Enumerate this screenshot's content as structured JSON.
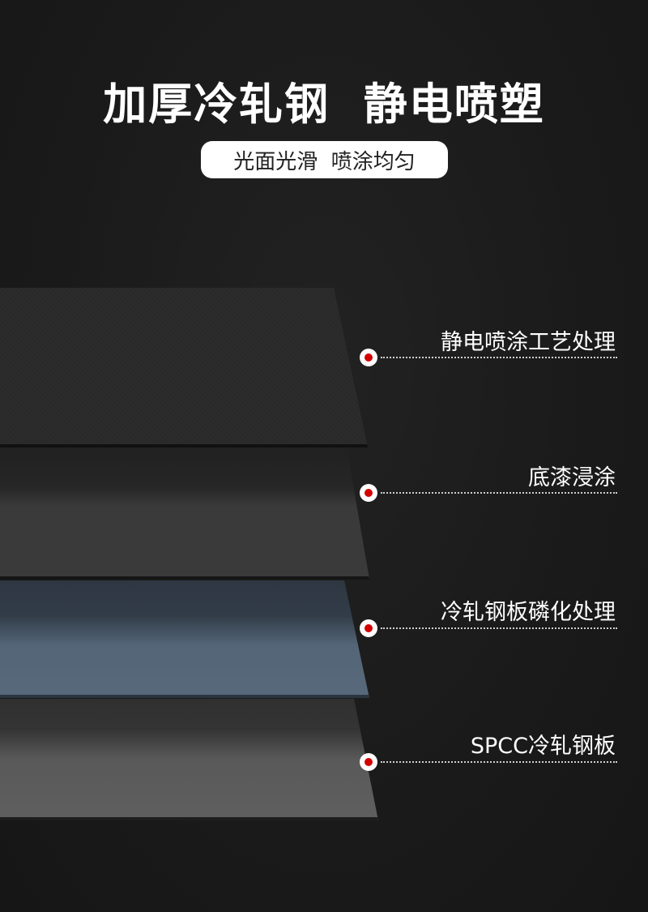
{
  "header": {
    "title": "加厚冷轧钢  静电喷塑",
    "subtitle": "光面光滑  喷涂均匀"
  },
  "layers": [
    {
      "label": "静电喷涂工艺处理",
      "color": "#2b2b2b"
    },
    {
      "label": "底漆浸涂",
      "color": "#3a3a3a"
    },
    {
      "label": "冷轧钢板磷化处理",
      "color": "#56687a"
    },
    {
      "label": "SPCC冷轧钢板",
      "color": "#5e5e5e"
    }
  ],
  "accent_color": "#d40000"
}
